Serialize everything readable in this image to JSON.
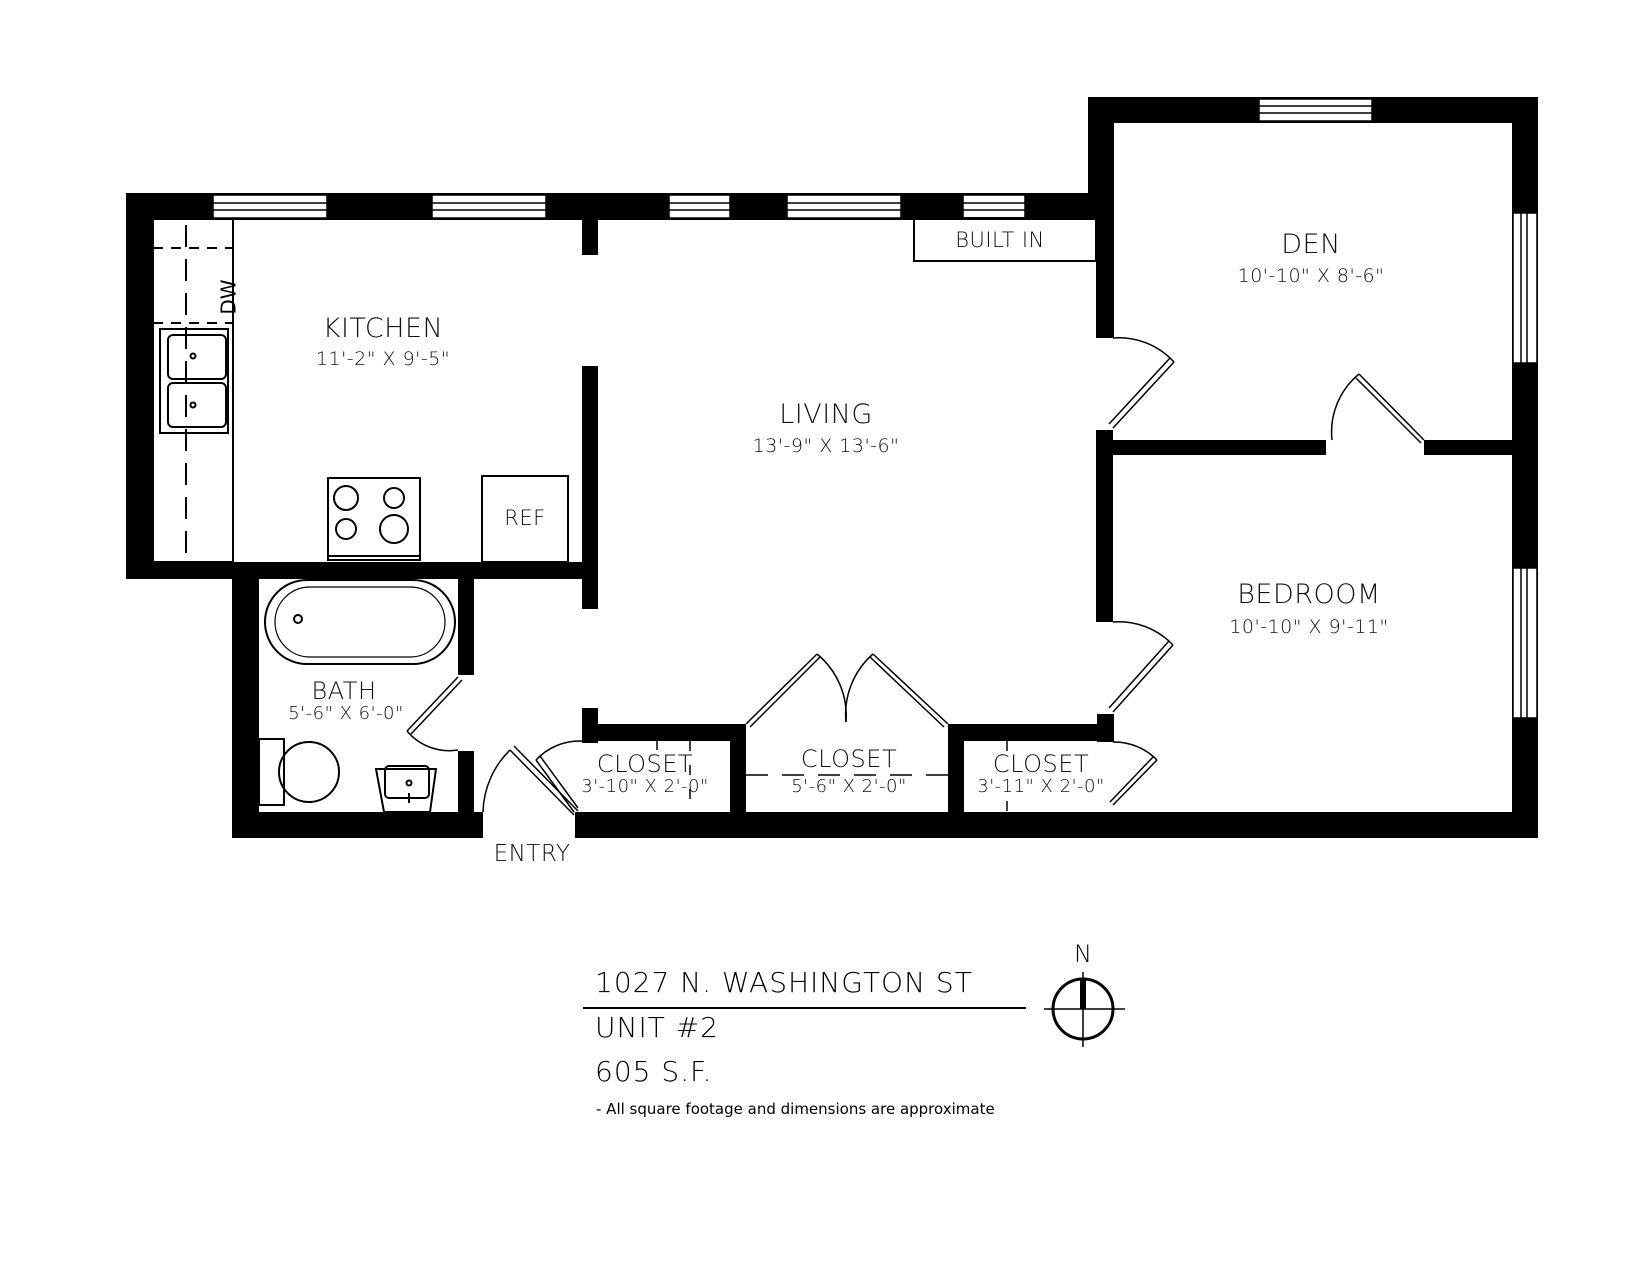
{
  "rooms": {
    "kitchen": {
      "name": "KITCHEN",
      "dims": "11'-2\" X 9'-5\""
    },
    "living": {
      "name": "LIVING",
      "dims": "13'-9\" X 13'-6\""
    },
    "den": {
      "name": "DEN",
      "dims": "10'-10\" X 8'-6\""
    },
    "bedroom": {
      "name": "BEDROOM",
      "dims": "10'-10\" X 9'-11\""
    },
    "bath": {
      "name": "BATH",
      "dims": "5'-6\" X 6'-0\""
    },
    "closet1": {
      "name": "CLOSET",
      "dims": "3'-10\" X 2'-0\""
    },
    "closet2": {
      "name": "CLOSET",
      "dims": "5'-6\" X 2'-0\""
    },
    "closet3": {
      "name": "CLOSET",
      "dims": "3'-11\" X 2'-0\""
    }
  },
  "fixtures": {
    "dishwasher": "DW",
    "refrigerator": "REF",
    "built_in": "BUILT IN"
  },
  "entry_label": "ENTRY",
  "title_block": {
    "address": "1027 N. WASHINGTON ST",
    "unit": "UNIT #2",
    "area": "605 S.F.",
    "note": "- All square footage and dimensions are approximate"
  },
  "compass": {
    "label": "N",
    "icon": "north-arrow-icon"
  },
  "colors": {
    "wall": "#000000",
    "background": "#ffffff",
    "line": "#000000"
  }
}
